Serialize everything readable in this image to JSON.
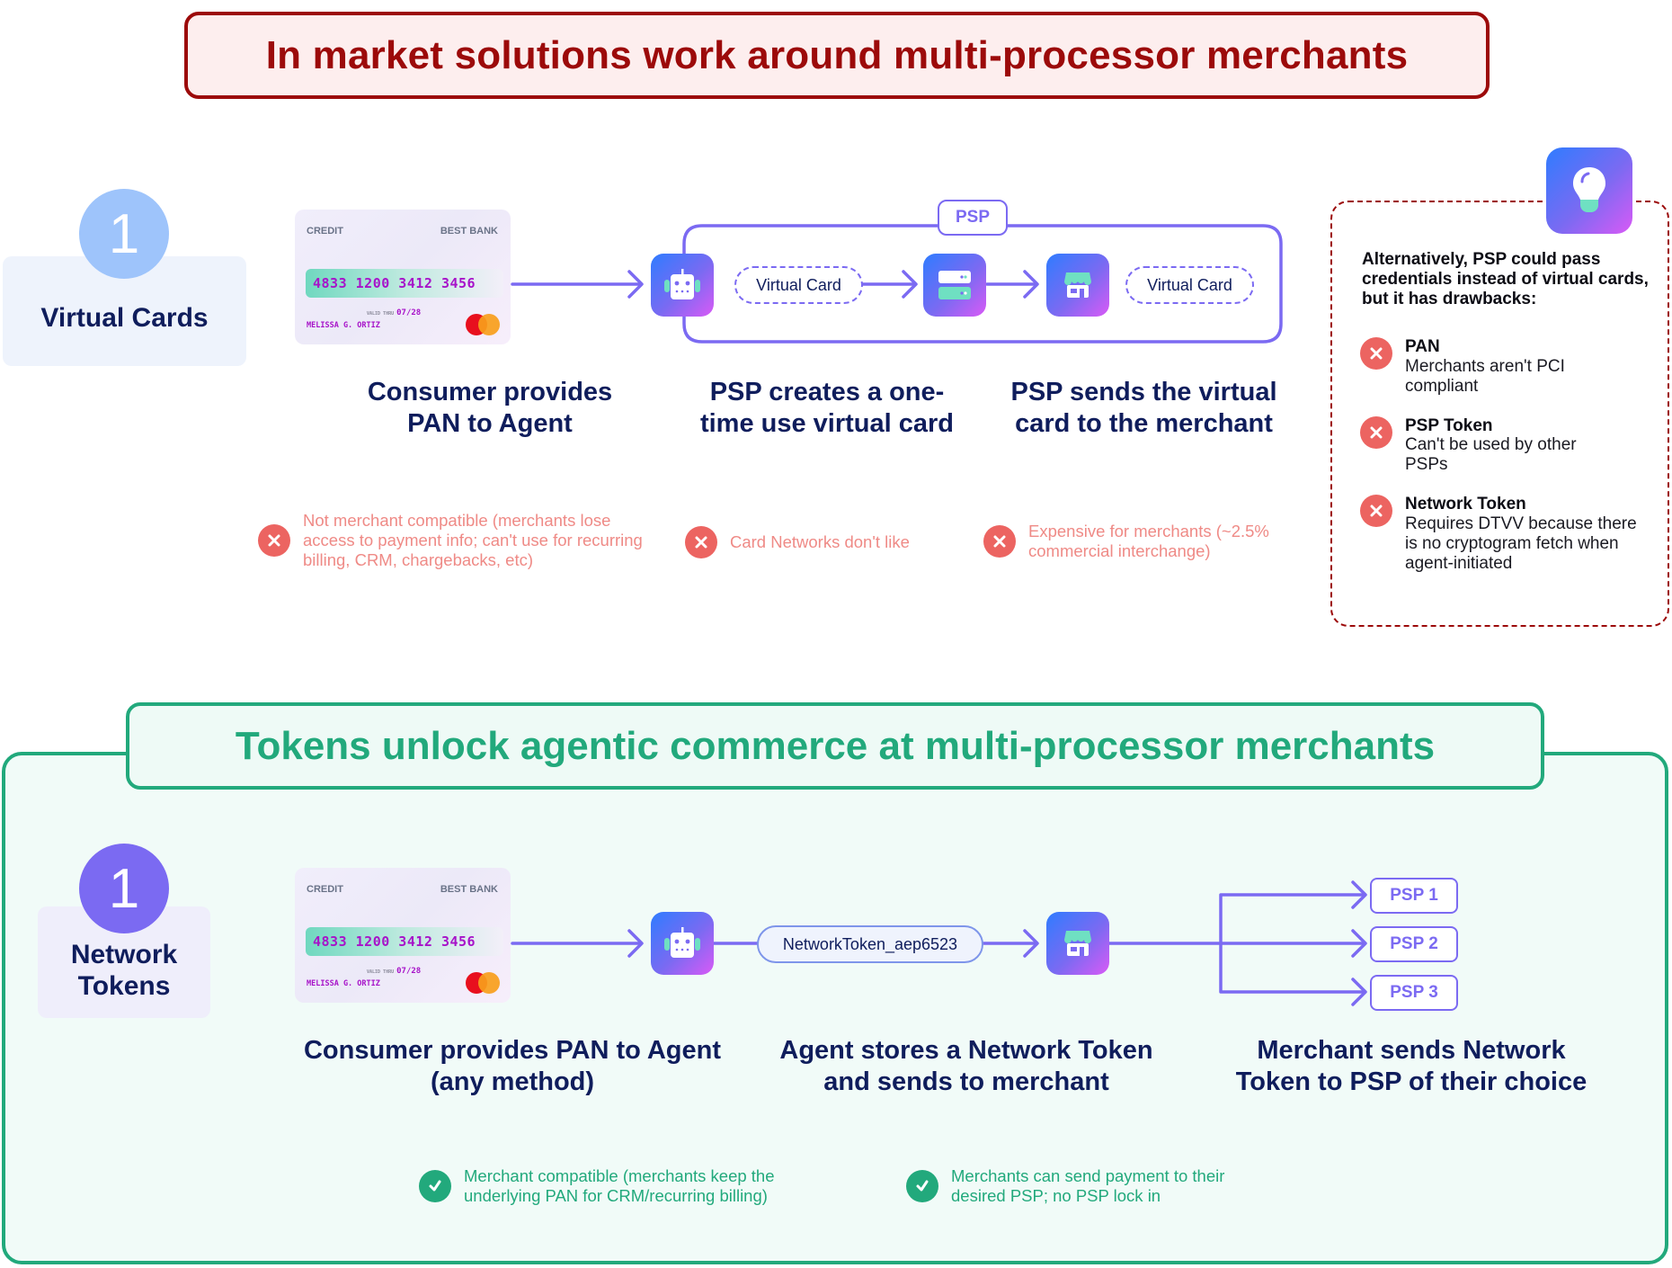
{
  "top_section": {
    "title": "In market solutions work around multi-processor merchants",
    "label_number": "1",
    "label": "Virtual Cards",
    "card": {
      "type": "CREDIT",
      "bank": "BEST BANK",
      "number": "4833 1200 3412 3456",
      "valid_label": "VALID THRU",
      "expiry": "07/28",
      "holder": "MELISSA G. ORTIZ"
    },
    "psp_group_label": "PSP",
    "pill_1": "Virtual Card",
    "pill_2": "Virtual Card",
    "steps": [
      {
        "line1": "Consumer provides",
        "line2": "PAN to Agent"
      },
      {
        "line1": "PSP creates a one-",
        "line2": "time use virtual card"
      },
      {
        "line1": "PSP sends the virtual",
        "line2": "card to the merchant"
      }
    ],
    "cons": [
      {
        "text": "Not merchant compatible (merchants lose access to payment info; can't use for recurring billing, CRM, chargebacks, etc)"
      },
      {
        "text": "Card Networks don't like"
      },
      {
        "text": "Expensive for merchants (~2.5% commercial interchange)"
      }
    ],
    "alternative": {
      "icon": "lightbulb-icon",
      "heading": "Alternatively, PSP could pass credentials instead of virtual cards, but it has drawbacks:",
      "items": [
        {
          "title": "PAN",
          "desc": "Merchants aren't PCI compliant"
        },
        {
          "title": "PSP Token",
          "desc": "Can't be used by other PSPs"
        },
        {
          "title": "Network Token",
          "desc": "Requires DTVV because there is no cryptogram fetch when agent-initiated"
        }
      ]
    }
  },
  "bottom_section": {
    "title": "Tokens unlock agentic commerce at multi-processor merchants",
    "label_number": "1",
    "label_line1": "Network",
    "label_line2": "Tokens",
    "card": {
      "type": "CREDIT",
      "bank": "BEST BANK",
      "number": "4833 1200 3412 3456",
      "valid_label": "VALID THRU",
      "expiry": "07/28",
      "holder": "MELISSA G. ORTIZ"
    },
    "token_pill": "NetworkToken_aep6523",
    "psps": [
      "PSP 1",
      "PSP 2",
      "PSP 3"
    ],
    "steps": [
      {
        "line1": "Consumer provides PAN to Agent",
        "line2": "(any method)"
      },
      {
        "line1": "Agent stores a Network Token",
        "line2": "and sends to merchant"
      },
      {
        "line1": "Merchant sends Network",
        "line2": "Token to PSP of their choice"
      }
    ],
    "pros": [
      {
        "text": "Merchant compatible (merchants keep the underlying PAN for CRM/recurring billing)"
      },
      {
        "text": "Merchants can send payment to their desired PSP; no PSP lock in"
      }
    ]
  },
  "colors": {
    "problem_red": "#9c0a0a",
    "solution_green": "#22a97c",
    "flow_purple": "#7b6af2",
    "con_red": "#ec6461",
    "navy_text": "#0f1d5c"
  }
}
